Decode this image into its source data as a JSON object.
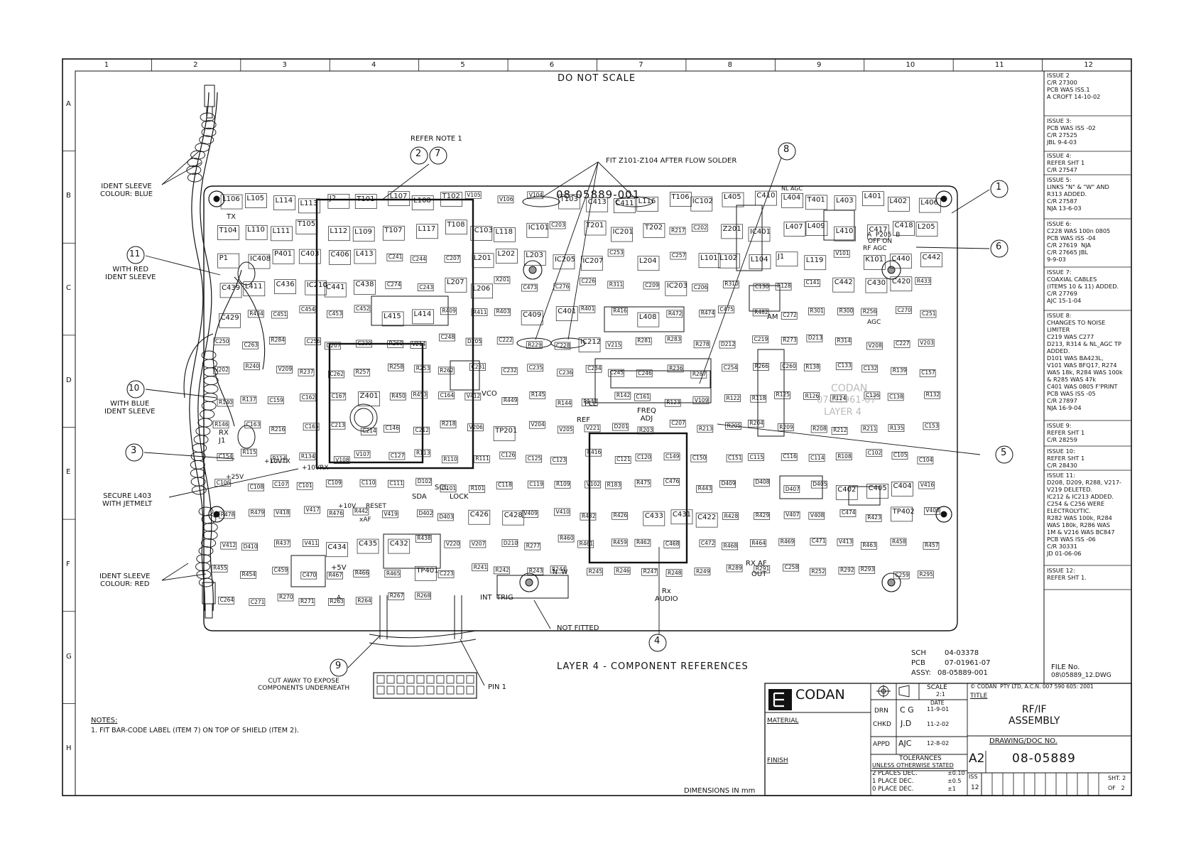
{
  "grid": {
    "columns": [
      "1",
      "2",
      "3",
      "4",
      "5",
      "6",
      "7",
      "8",
      "9",
      "10",
      "11",
      "12"
    ],
    "rows": [
      "A",
      "B",
      "C",
      "D",
      "E",
      "F",
      "G",
      "H"
    ]
  },
  "header": {
    "do_not_scale": "DO NOT SCALE"
  },
  "board": {
    "part_number": "08-05889-001",
    "silk_brand": "CODAN",
    "silk_pcb": "07-01961-07",
    "silk_layer": "LAYER 4"
  },
  "components": [
    {
      "label": "L106"
    },
    {
      "label": "L105"
    },
    {
      "label": "L114"
    },
    {
      "label": "L113"
    },
    {
      "label": "J2"
    },
    {
      "label": "T101"
    },
    {
      "label": "L107"
    },
    {
      "label": "L108"
    },
    {
      "label": "T102"
    },
    {
      "label": "V105"
    },
    {
      "label": "V106"
    },
    {
      "label": "V104"
    },
    {
      "label": "T103"
    },
    {
      "label": "C413"
    },
    {
      "label": "C411"
    },
    {
      "label": "L116"
    },
    {
      "label": "T106"
    },
    {
      "label": "IC102"
    },
    {
      "label": "L405"
    },
    {
      "label": "C410"
    },
    {
      "label": "L404"
    },
    {
      "label": "T401"
    },
    {
      "label": "L403"
    },
    {
      "label": "L401"
    },
    {
      "label": "L402"
    },
    {
      "label": "L406"
    },
    {
      "label": "T104"
    },
    {
      "label": "L110"
    },
    {
      "label": "L111"
    },
    {
      "label": "T105"
    },
    {
      "label": "L112"
    },
    {
      "label": "L109"
    },
    {
      "label": "T107"
    },
    {
      "label": "L117"
    },
    {
      "label": "T108"
    },
    {
      "label": "IC103"
    },
    {
      "label": "L118"
    },
    {
      "label": "IC101"
    },
    {
      "label": "C203"
    },
    {
      "label": "T201"
    },
    {
      "label": "IC201"
    },
    {
      "label": "T202"
    },
    {
      "label": "R217"
    },
    {
      "label": "C202"
    },
    {
      "label": "Z201"
    },
    {
      "label": "IC401"
    },
    {
      "label": "L407"
    },
    {
      "label": "L409"
    },
    {
      "label": "L410"
    },
    {
      "label": "C417"
    },
    {
      "label": "C418"
    },
    {
      "label": "L205"
    },
    {
      "label": "P1"
    },
    {
      "label": "IC408"
    },
    {
      "label": "P401"
    },
    {
      "label": "C403"
    },
    {
      "label": "C406"
    },
    {
      "label": "L413"
    },
    {
      "label": "C241"
    },
    {
      "label": "C244"
    },
    {
      "label": "C207"
    },
    {
      "label": "L201"
    },
    {
      "label": "L202"
    },
    {
      "label": "L203"
    },
    {
      "label": "IC205"
    },
    {
      "label": "IC207"
    },
    {
      "label": "C253"
    },
    {
      "label": "L204"
    },
    {
      "label": "C257"
    },
    {
      "label": "L101"
    },
    {
      "label": "L102"
    },
    {
      "label": "L104"
    },
    {
      "label": "J1"
    },
    {
      "label": "L119"
    },
    {
      "label": "V101"
    },
    {
      "label": "K101"
    },
    {
      "label": "C440"
    },
    {
      "label": "C442"
    },
    {
      "label": "C439"
    },
    {
      "label": "L411"
    },
    {
      "label": "C436"
    },
    {
      "label": "IC210"
    },
    {
      "label": "C441"
    },
    {
      "label": "C438"
    },
    {
      "label": "C274"
    },
    {
      "label": "C243"
    },
    {
      "label": "L207"
    },
    {
      "label": "L206"
    },
    {
      "label": "X201"
    },
    {
      "label": "C473"
    },
    {
      "label": "C276"
    },
    {
      "label": "C226"
    },
    {
      "label": "R311"
    },
    {
      "label": "C209"
    },
    {
      "label": "IC203"
    },
    {
      "label": "C206"
    },
    {
      "label": "R310"
    },
    {
      "label": "C130"
    },
    {
      "label": "R128"
    },
    {
      "label": "C141"
    },
    {
      "label": "C442"
    },
    {
      "label": "C430"
    },
    {
      "label": "C420"
    },
    {
      "label": "R433"
    },
    {
      "label": "C429"
    },
    {
      "label": "R434"
    },
    {
      "label": "C451"
    },
    {
      "label": "C454"
    },
    {
      "label": "C453"
    },
    {
      "label": "C452"
    },
    {
      "label": "L415"
    },
    {
      "label": "L414"
    },
    {
      "label": "R409"
    },
    {
      "label": "R411"
    },
    {
      "label": "R403"
    },
    {
      "label": "C409"
    },
    {
      "label": "C401"
    },
    {
      "label": "R401"
    },
    {
      "label": "R416"
    },
    {
      "label": "L408"
    },
    {
      "label": "R472"
    },
    {
      "label": "R474"
    },
    {
      "label": "C475"
    },
    {
      "label": "R482"
    },
    {
      "label": "C272"
    },
    {
      "label": "R301"
    },
    {
      "label": "R300"
    },
    {
      "label": "R256"
    },
    {
      "label": "C270"
    },
    {
      "label": "C251"
    },
    {
      "label": "C250"
    },
    {
      "label": "C263"
    },
    {
      "label": "R284"
    },
    {
      "label": "C256"
    },
    {
      "label": "D207"
    },
    {
      "label": "C239"
    },
    {
      "label": "R260"
    },
    {
      "label": "V214"
    },
    {
      "label": "C248"
    },
    {
      "label": "D205"
    },
    {
      "label": "C222"
    },
    {
      "label": "R229"
    },
    {
      "label": "C228"
    },
    {
      "label": "IC212"
    },
    {
      "label": "V215"
    },
    {
      "label": "R281"
    },
    {
      "label": "R283"
    },
    {
      "label": "R278"
    },
    {
      "label": "D212"
    },
    {
      "label": "C219"
    },
    {
      "label": "R273"
    },
    {
      "label": "D213"
    },
    {
      "label": "R314"
    },
    {
      "label": "V208"
    },
    {
      "label": "C227"
    },
    {
      "label": "V203"
    },
    {
      "label": "V202"
    },
    {
      "label": "R240"
    },
    {
      "label": "V209"
    },
    {
      "label": "R237"
    },
    {
      "label": "C262"
    },
    {
      "label": "R257"
    },
    {
      "label": "R258"
    },
    {
      "label": "R253"
    },
    {
      "label": "R262"
    },
    {
      "label": "C231"
    },
    {
      "label": "C232"
    },
    {
      "label": "C235"
    },
    {
      "label": "C236"
    },
    {
      "label": "C234"
    },
    {
      "label": "C245"
    },
    {
      "label": "C246"
    },
    {
      "label": "R236"
    },
    {
      "label": "R287"
    },
    {
      "label": "C254"
    },
    {
      "label": "R266"
    },
    {
      "label": "C260"
    },
    {
      "label": "R138"
    },
    {
      "label": "C133"
    },
    {
      "label": "C132"
    },
    {
      "label": "R139"
    },
    {
      "label": "C157"
    },
    {
      "label": "R140"
    },
    {
      "label": "R137"
    },
    {
      "label": "C159"
    },
    {
      "label": "C162"
    },
    {
      "label": "C167"
    },
    {
      "label": "Z401"
    },
    {
      "label": "R450"
    },
    {
      "label": "R453"
    },
    {
      "label": "C164"
    },
    {
      "label": "V412"
    },
    {
      "label": "R449"
    },
    {
      "label": "R145"
    },
    {
      "label": "R144"
    },
    {
      "label": "R143"
    },
    {
      "label": "R142"
    },
    {
      "label": "C161"
    },
    {
      "label": "R123"
    },
    {
      "label": "V109"
    },
    {
      "label": "R122"
    },
    {
      "label": "R118"
    },
    {
      "label": "R125"
    },
    {
      "label": "R126"
    },
    {
      "label": "R124"
    },
    {
      "label": "C136"
    },
    {
      "label": "C138"
    },
    {
      "label": "R132"
    },
    {
      "label": "R146"
    },
    {
      "label": "C163"
    },
    {
      "label": "R216"
    },
    {
      "label": "C165"
    },
    {
      "label": "C213"
    },
    {
      "label": "C214"
    },
    {
      "label": "C146"
    },
    {
      "label": "C212"
    },
    {
      "label": "R218"
    },
    {
      "label": "V206"
    },
    {
      "label": "TP201"
    },
    {
      "label": "V204"
    },
    {
      "label": "V205"
    },
    {
      "label": "V221"
    },
    {
      "label": "D201"
    },
    {
      "label": "R203"
    },
    {
      "label": "C207"
    },
    {
      "label": "R213"
    },
    {
      "label": "R205"
    },
    {
      "label": "R204"
    },
    {
      "label": "R209"
    },
    {
      "label": "R208"
    },
    {
      "label": "R212"
    },
    {
      "label": "R211"
    },
    {
      "label": "R135"
    },
    {
      "label": "C153"
    },
    {
      "label": "C154"
    },
    {
      "label": "R115"
    },
    {
      "label": "R114"
    },
    {
      "label": "R134"
    },
    {
      "label": "V108"
    },
    {
      "label": "V107"
    },
    {
      "label": "C127"
    },
    {
      "label": "R113"
    },
    {
      "label": "R110"
    },
    {
      "label": "R111"
    },
    {
      "label": "C126"
    },
    {
      "label": "C125"
    },
    {
      "label": "C123"
    },
    {
      "label": "R416"
    },
    {
      "label": "C121"
    },
    {
      "label": "C120"
    },
    {
      "label": "C149"
    },
    {
      "label": "C150"
    },
    {
      "label": "C151"
    },
    {
      "label": "C115"
    },
    {
      "label": "C116"
    },
    {
      "label": "C114"
    },
    {
      "label": "R108"
    },
    {
      "label": "C102"
    },
    {
      "label": "C105"
    },
    {
      "label": "C104"
    },
    {
      "label": "C106"
    },
    {
      "label": "C108"
    },
    {
      "label": "C107"
    },
    {
      "label": "C101"
    },
    {
      "label": "C109"
    },
    {
      "label": "C110"
    },
    {
      "label": "C111"
    },
    {
      "label": "D102"
    },
    {
      "label": "D101"
    },
    {
      "label": "R101"
    },
    {
      "label": "C118"
    },
    {
      "label": "C119"
    },
    {
      "label": "R109"
    },
    {
      "label": "V102"
    },
    {
      "label": "R183"
    },
    {
      "label": "R475"
    },
    {
      "label": "C476"
    },
    {
      "label": "R443"
    },
    {
      "label": "D409"
    },
    {
      "label": "D408"
    },
    {
      "label": "D407"
    },
    {
      "label": "D405"
    },
    {
      "label": "C402"
    },
    {
      "label": "C405"
    },
    {
      "label": "C404"
    },
    {
      "label": "V416"
    },
    {
      "label": "R478"
    },
    {
      "label": "R479"
    },
    {
      "label": "V418"
    },
    {
      "label": "V417"
    },
    {
      "label": "R476"
    },
    {
      "label": "R442"
    },
    {
      "label": "V419"
    },
    {
      "label": "D402"
    },
    {
      "label": "D403"
    },
    {
      "label": "C426"
    },
    {
      "label": "C428"
    },
    {
      "label": "V409"
    },
    {
      "label": "V410"
    },
    {
      "label": "R432"
    },
    {
      "label": "R426"
    },
    {
      "label": "C433"
    },
    {
      "label": "C431"
    },
    {
      "label": "C422"
    },
    {
      "label": "R428"
    },
    {
      "label": "R429"
    },
    {
      "label": "V407"
    },
    {
      "label": "V408"
    },
    {
      "label": "C474"
    },
    {
      "label": "R423"
    },
    {
      "label": "TP402"
    },
    {
      "label": "V406"
    },
    {
      "label": "V412"
    },
    {
      "label": "D410"
    },
    {
      "label": "R437"
    },
    {
      "label": "V411"
    },
    {
      "label": "C434"
    },
    {
      "label": "C435"
    },
    {
      "label": "C432"
    },
    {
      "label": "R438"
    },
    {
      "label": "V220"
    },
    {
      "label": "V207"
    },
    {
      "label": "D210"
    },
    {
      "label": "R277"
    },
    {
      "label": "R460"
    },
    {
      "label": "R461"
    },
    {
      "label": "R459"
    },
    {
      "label": "R462"
    },
    {
      "label": "C468"
    },
    {
      "label": "C472"
    },
    {
      "label": "R468"
    },
    {
      "label": "R464"
    },
    {
      "label": "R469"
    },
    {
      "label": "C471"
    },
    {
      "label": "V413"
    },
    {
      "label": "R463"
    },
    {
      "label": "R458"
    },
    {
      "label": "R457"
    },
    {
      "label": "R455"
    },
    {
      "label": "R454"
    },
    {
      "label": "C459"
    },
    {
      "label": "C470"
    },
    {
      "label": "R467"
    },
    {
      "label": "R466"
    },
    {
      "label": "R465"
    },
    {
      "label": "TP401"
    },
    {
      "label": "C223"
    },
    {
      "label": "R241"
    },
    {
      "label": "R242"
    },
    {
      "label": "R243"
    },
    {
      "label": "R244"
    },
    {
      "label": "R245"
    },
    {
      "label": "R246"
    },
    {
      "label": "R247"
    },
    {
      "label": "R248"
    },
    {
      "label": "R249"
    },
    {
      "label": "R289"
    },
    {
      "label": "R291"
    },
    {
      "label": "C258"
    },
    {
      "label": "R252"
    },
    {
      "label": "R292"
    },
    {
      "label": "R293"
    },
    {
      "label": "C259"
    },
    {
      "label": "R295"
    },
    {
      "label": "C264"
    },
    {
      "label": "C271"
    },
    {
      "label": "R270"
    },
    {
      "label": "R271"
    },
    {
      "label": "R263"
    },
    {
      "label": "R264"
    },
    {
      "label": "R267"
    },
    {
      "label": "R268"
    }
  ],
  "labels": {
    "tx": "TX",
    "rx_j1": "RX\nJ1",
    "amp_25v": "+25V",
    "amp_10vtx": "+10VTX",
    "amp_10vrx": "+10VRX",
    "amp_10v": "+10V",
    "xaf": "xAF",
    "reset": "RESET",
    "sda": "SDA",
    "scl": "SCL",
    "lock": "LOCK",
    "vco": "VCO",
    "pll": "PLL",
    "ref": "REF",
    "freq_adj": "FREQ\nADJ",
    "am": "AM",
    "agc": "AGC",
    "off_on": "OFF ON",
    "rf_agc": "RF AGC",
    "nl_agc": "NL AGC",
    "a_p205_b": "A  P205  B",
    "rx_af": "RX AF",
    "out": "OUT",
    "int": "INT",
    "trig": "TRIG",
    "rx_audio": "Rx\nAUDIO",
    "plus5v": "+5V",
    "pin_a": "A",
    "n_w": "N  W"
  },
  "annotations": {
    "refer_note": "REFER NOTE 1",
    "fit_z": "FIT Z101-Z104 AFTER FLOW SOLDER",
    "ident_blue": "IDENT SLEEVE\nCOLOUR: BLUE",
    "with_red": "WITH RED\nIDENT SLEEVE",
    "with_blue": "WITH BLUE\nIDENT SLEEVE",
    "secure_l403": "SECURE L403\nWITH JETMELT",
    "ident_red": "IDENT SLEEVE\nCOLOUR: RED",
    "not_fitted": "NOT FITTED",
    "cut_away": "CUT AWAY TO EXPOSE\nCOMPONENTS UNDERNEATH",
    "pin1": "PIN 1",
    "layer_title": "LAYER 4 - COMPONENT REFERENCES",
    "dimensions": "DIMENSIONS IN mm"
  },
  "callouts": {
    "c1": "1",
    "c2": "2",
    "c3": "3",
    "c4": "4",
    "c5": "5",
    "c6": "6",
    "c7": "7",
    "c8": "8",
    "c9": "9",
    "c10": "10",
    "c11": "11"
  },
  "revisions": [
    "ISSUE 2\nC/R 27300\nPCB WAS ISS.1\nA CROFT 14-10-02",
    "ISSUE 3:\nPCB WAS ISS -02\nC/R 27525\nJBL 9-4-03",
    "ISSUE 4:\nREFER SHT 1\nC/R 27547",
    "ISSUE 5:\nLINKS \"N\" & \"W\" AND\nR313 ADDED.\nC/R 27587\nNJA 13-6-03",
    "ISSUE 6:\nC228 WAS 100n 0805\nPCB WAS ISS -04\nC/R 27619  NJA\nC/R 27665 JBL\n9-9-03",
    "ISSUE 7:\nCOAXIAL CABLES\n(ITEMS 10 & 11) ADDED.\nC/R 27769\nAJC 15-1-04",
    "ISSUE 8:\nCHANGES TO NOISE\nLIMITER\nC219 WAS C277\nD213, R314 & NL_AGC TP\nADDED.\nD101 WAS BA423L,\nV101 WAS BFQ17, R274\nWAS 18k, R284 WAS 100k\n& R285 WAS 47k\nC401 WAS 0805 F'PRINT\nPCB WAS ISS -05\nC/R 27897\nNJA 16-9-04",
    "ISSUE 9:\nREFER SHT 1\nC/R 28259",
    "ISSUE 10:\nREFER SHT 1\nC/R 28430",
    "ISSUE 11:\nD208, D209, R288, V217-\nV219 DELETED.\nIC212 & IC213 ADDED.\nC254 & C256 WERE\nELECTROLYTIC.\nR282 WAS 100k, R284\nWAS 180k, R286 WAS\n1M & V216 WAS BC847\nPCB WAS ISS -06\nC/R 30331\nJD 01-06-06",
    "ISSUE 12:\nREFER SHT 1."
  ],
  "references": {
    "sch_label": "SCH",
    "sch": "04-03378",
    "pcb_label": "PCB",
    "pcb": "07-01961-07",
    "assy_label": "ASSY:",
    "assy": "08-05889-001"
  },
  "file_no": {
    "label": "FILE No.",
    "value": "08\\05889_12.DWG"
  },
  "notes": {
    "heading": "NOTES:",
    "items": [
      "1. FIT BAR-CODE LABEL (ITEM 7) ON TOP OF SHIELD (ITEM 2)."
    ]
  },
  "title_block": {
    "company": "CODAN",
    "material": "MATERIAL",
    "finish": "FINISH",
    "scale_label": "SCALE",
    "scale": "2:1",
    "date_label": "DATE",
    "drn": "DRN",
    "drn_by": "C G",
    "drn_date": "11-9-01",
    "chkd": "CHKD",
    "chkd_by": "J.D",
    "chkd_date": "11-2-02",
    "appd": "APPD",
    "appd_by": "AJC",
    "appd_date": "12-8-02",
    "tolerances": "TOLERANCES",
    "unless": "UNLESS OTHERWISE STATED",
    "tol_rows": [
      {
        "label": "2 PLACES DEC.",
        "value": "±0.10"
      },
      {
        "label": "1 PLACE DEC.",
        "value": "±0.5"
      },
      {
        "label": "0 PLACE DEC.",
        "value": "±1"
      }
    ],
    "copyright": "© CODAN  PTY LTD, A.C.N. 007 590 605: 2001",
    "title_label": "TITLE",
    "title": "RF/IF\nASSEMBLY",
    "drawing_label": "DRAWING/DOC NO.",
    "sheet_size": "A2",
    "drawing_no": "08-05889",
    "iss_label": "ISS",
    "iss": "12",
    "sht": "SHT. 2",
    "of": "OF   2"
  }
}
